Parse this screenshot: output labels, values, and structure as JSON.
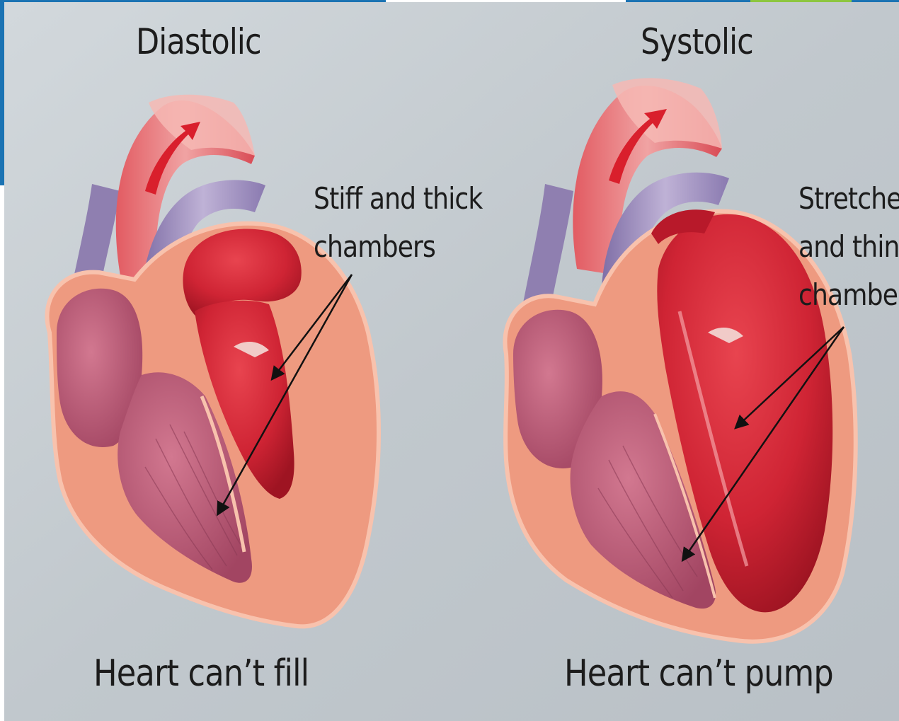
{
  "colors": {
    "background": "#c4cbd0",
    "frame_blue": "#1b73b3",
    "frame_green": "#8dc63f",
    "muscle_wall": "#ee9a80",
    "chamber_red": "#cf2434",
    "muscle_purple": "#b65472",
    "vein_purple": "#8f7fb0",
    "label_text": "#1c1c1c"
  },
  "panels": {
    "diastolic": {
      "title": "Diastolic",
      "annotation_lines": [
        "Stiff and thick",
        "chambers"
      ],
      "caption": "Heart can’t fill"
    },
    "systolic": {
      "title": "Systolic",
      "annotation_lines": [
        "Stretched",
        "and thin",
        "chambers"
      ],
      "caption": "Heart can’t pump"
    }
  }
}
